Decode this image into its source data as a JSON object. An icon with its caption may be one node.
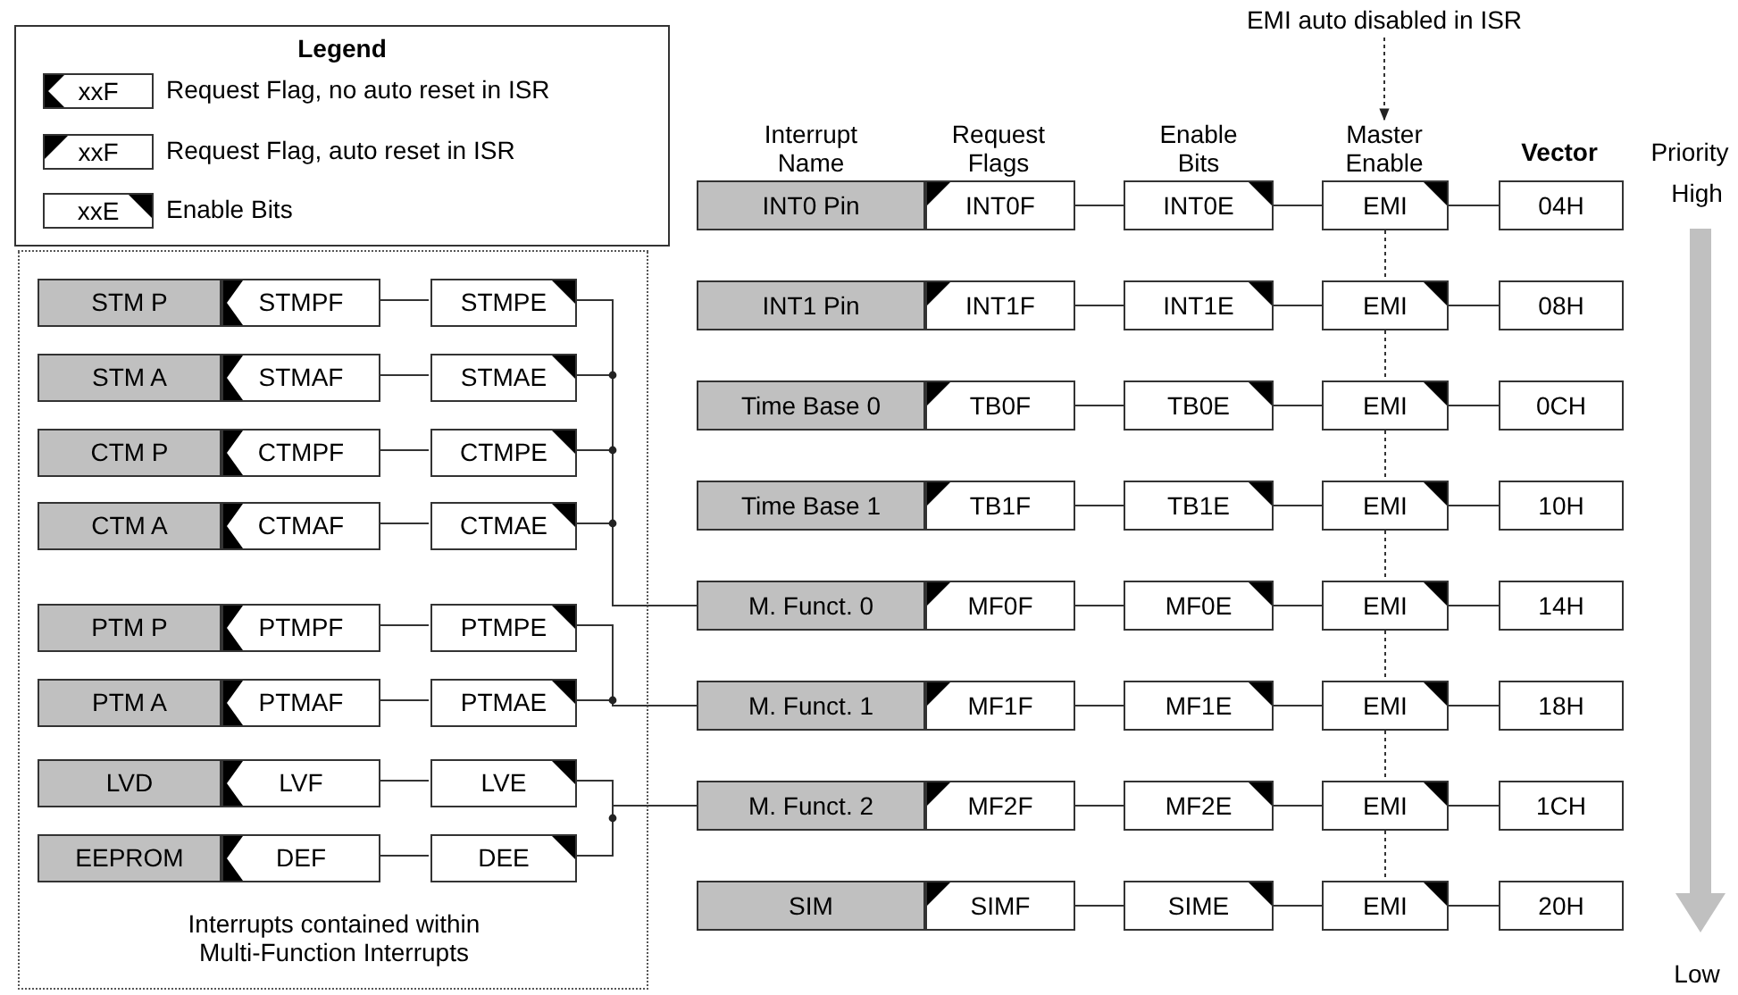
{
  "diagram": {
    "nodes": [
      {
        "text": [
          "EMI auto disabled in ISR"
        ]
      },
      {
        "text": [
          "INT0 Pin"
        ]
      },
      {
        "text": [
          "INT0F"
        ]
      },
      {
        "text": [
          "INT0E"
        ]
      },
      {
        "text": [
          "EMI"
        ]
      },
      {
        "text": [
          "04H"
        ]
      },
      {
        "text": [
          "INT1 Pin"
        ]
      },
      {
        "text": [
          "INT1F"
        ]
      },
      {
        "text": [
          "INT1E"
        ]
      },
      {
        "text": [
          "EMI"
        ]
      },
      {
        "text": [
          "08H"
        ]
      },
      {
        "text": [
          "Time Base 0"
        ]
      },
      {
        "text": [
          "TB0F"
        ]
      },
      {
        "text": [
          "TB0E"
        ]
      },
      {
        "text": [
          "EMI"
        ]
      },
      {
        "text": [
          "0CH"
        ]
      },
      {
        "text": [
          "Time Base 1"
        ]
      },
      {
        "text": [
          "TB1F"
        ]
      },
      {
        "text": [
          "TB1E"
        ]
      },
      {
        "text": [
          "EMI"
        ]
      },
      {
        "text": [
          "10H"
        ]
      },
      {
        "text": [
          "M. Funct. 0"
        ]
      },
      {
        "text": [
          "MF0F"
        ]
      },
      {
        "text": [
          "MF0E"
        ]
      },
      {
        "text": [
          "EMI"
        ]
      },
      {
        "text": [
          "14H"
        ]
      },
      {
        "text": [
          "M. Funct. 1"
        ]
      },
      {
        "text": [
          "MF1F"
        ]
      },
      {
        "text": [
          "MF1E"
        ]
      },
      {
        "text": [
          "EMI"
        ]
      },
      {
        "text": [
          "18H"
        ]
      },
      {
        "text": [
          "M. Funct. 2"
        ]
      },
      {
        "text": [
          "MF2F"
        ]
      },
      {
        "text": [
          "MF2E"
        ]
      },
      {
        "text": [
          "EMI"
        ]
      },
      {
        "text": [
          "1CH"
        ]
      },
      {
        "text": [
          "SIM"
        ]
      },
      {
        "text": [
          "SIMF"
        ]
      },
      {
        "text": [
          "SIME"
        ]
      },
      {
        "text": [
          "EMI"
        ]
      },
      {
        "text": [
          "20H"
        ]
      },
      {
        "text": [
          "Interrupts contained within Multi-Function Interrupts"
        ]
      },
      {
        "text": [
          "STM P"
        ],
        "in": 41
      },
      {
        "text": [
          "STMPF"
        ],
        "in": 41
      },
      {
        "text": [
          "STMPE"
        ],
        "in": 41
      },
      {
        "text": [
          "STM A"
        ],
        "in": 41
      },
      {
        "text": [
          "STMAF"
        ],
        "in": 41
      },
      {
        "text": [
          "STMAE"
        ],
        "in": 41
      },
      {
        "text": [
          "CTM P"
        ],
        "in": 41
      },
      {
        "text": [
          "CTMPF"
        ],
        "in": 41
      },
      {
        "text": [
          "CTMPE"
        ],
        "in": 41
      },
      {
        "text": [
          "CTM A"
        ],
        "in": 41
      },
      {
        "text": [
          "CTMAF"
        ],
        "in": 41
      },
      {
        "text": [
          "CTMAE"
        ],
        "in": 41
      },
      {
        "text": [
          "PTM P"
        ],
        "in": 41
      },
      {
        "text": [
          "PTMPF"
        ],
        "in": 41
      },
      {
        "text": [
          "PTMPE"
        ],
        "in": 41
      },
      {
        "text": [
          "PTM A"
        ],
        "in": 41
      },
      {
        "text": [
          "PTMAF"
        ],
        "in": 41
      },
      {
        "text": [
          "PTMAE"
        ],
        "in": 41
      },
      {
        "text": [
          "LVD"
        ],
        "in": 41
      },
      {
        "text": [
          "LVF"
        ],
        "in": 41
      },
      {
        "text": [
          "LVE"
        ],
        "in": 41
      },
      {
        "text": [
          "EEPROM"
        ],
        "in": 41
      },
      {
        "text": [
          "DEF"
        ],
        "in": 41
      },
      {
        "text": [
          "DEE"
        ],
        "in": 41
      },
      {
        "text": [
          "Master Enable"
        ]
      }
    ],
    "edges": [
      {
        "from": 0,
        "to": 66,
        "arrow": "to",
        "style": "dashed"
      },
      {
        "from": 2,
        "to": 3,
        "arrow": "none"
      },
      {
        "from": 3,
        "to": 4,
        "arrow": "none"
      },
      {
        "from": 4,
        "to": 5,
        "arrow": "none"
      },
      {
        "from": 7,
        "to": 8,
        "arrow": "none"
      },
      {
        "from": 8,
        "to": 9,
        "arrow": "none"
      },
      {
        "from": 9,
        "to": 10,
        "arrow": "none"
      },
      {
        "from": 12,
        "to": 13,
        "arrow": "none"
      },
      {
        "from": 13,
        "to": 14,
        "arrow": "none"
      },
      {
        "from": 14,
        "to": 15,
        "arrow": "none"
      },
      {
        "from": 17,
        "to": 18,
        "arrow": "none"
      },
      {
        "from": 18,
        "to": 19,
        "arrow": "none"
      },
      {
        "from": 19,
        "to": 20,
        "arrow": "none"
      },
      {
        "from": 22,
        "to": 23,
        "arrow": "none"
      },
      {
        "from": 23,
        "to": 24,
        "arrow": "none"
      },
      {
        "from": 24,
        "to": 25,
        "arrow": "none"
      },
      {
        "from": 27,
        "to": 28,
        "arrow": "none"
      },
      {
        "from": 28,
        "to": 29,
        "arrow": "none"
      },
      {
        "from": 29,
        "to": 30,
        "arrow": "none"
      },
      {
        "from": 32,
        "to": 33,
        "arrow": "none"
      },
      {
        "from": 33,
        "to": 34,
        "arrow": "none"
      },
      {
        "from": 34,
        "to": 35,
        "arrow": "none"
      },
      {
        "from": 37,
        "to": 38,
        "arrow": "none"
      },
      {
        "from": 38,
        "to": 39,
        "arrow": "none"
      },
      {
        "from": 39,
        "to": 40,
        "arrow": "none"
      },
      {
        "from": 4,
        "to": 9,
        "arrow": "none",
        "style": "dashed"
      },
      {
        "from": 9,
        "to": 14,
        "arrow": "none",
        "style": "dashed"
      },
      {
        "from": 14,
        "to": 19,
        "arrow": "none",
        "style": "dashed"
      },
      {
        "from": 19,
        "to": 24,
        "arrow": "none",
        "style": "dashed"
      },
      {
        "from": 24,
        "to": 29,
        "arrow": "none",
        "style": "dashed"
      },
      {
        "from": 29,
        "to": 34,
        "arrow": "none",
        "style": "dashed"
      },
      {
        "from": 34,
        "to": 39,
        "arrow": "none",
        "style": "dashed"
      },
      {
        "from": 43,
        "to": 44,
        "arrow": "none"
      },
      {
        "from": 46,
        "to": 47,
        "arrow": "none"
      },
      {
        "from": 49,
        "to": 50,
        "arrow": "none"
      },
      {
        "from": 52,
        "to": 53,
        "arrow": "none"
      },
      {
        "from": 55,
        "to": 56,
        "arrow": "none"
      },
      {
        "from": 58,
        "to": 59,
        "arrow": "none"
      },
      {
        "from": 61,
        "to": 62,
        "arrow": "none"
      },
      {
        "from": 64,
        "to": 65,
        "arrow": "none"
      },
      {
        "from": 44,
        "to": 21,
        "arrow": "none"
      },
      {
        "from": 47,
        "to": 21,
        "arrow": "none"
      },
      {
        "from": 50,
        "to": 21,
        "arrow": "none"
      },
      {
        "from": 53,
        "to": 21,
        "arrow": "none"
      },
      {
        "from": 56,
        "to": 26,
        "arrow": "none"
      },
      {
        "from": 59,
        "to": 26,
        "arrow": "none"
      },
      {
        "from": 62,
        "to": 31,
        "arrow": "none"
      },
      {
        "from": 65,
        "to": 31,
        "arrow": "none"
      }
    ],
    "labels": [
      "Legend",
      "xxF",
      "xxF",
      "xxE",
      "Interrupt Name",
      "Request Flags",
      "Enable Bits",
      "Vector",
      "Priority",
      "High",
      "Low"
    ],
    "legend": [
      {
        "text": "Request Flag, no auto reset in ISR"
      },
      {
        "text": "Request Flag, auto reset in ISR"
      },
      {
        "text": "Enable Bits"
      }
    ]
  }
}
